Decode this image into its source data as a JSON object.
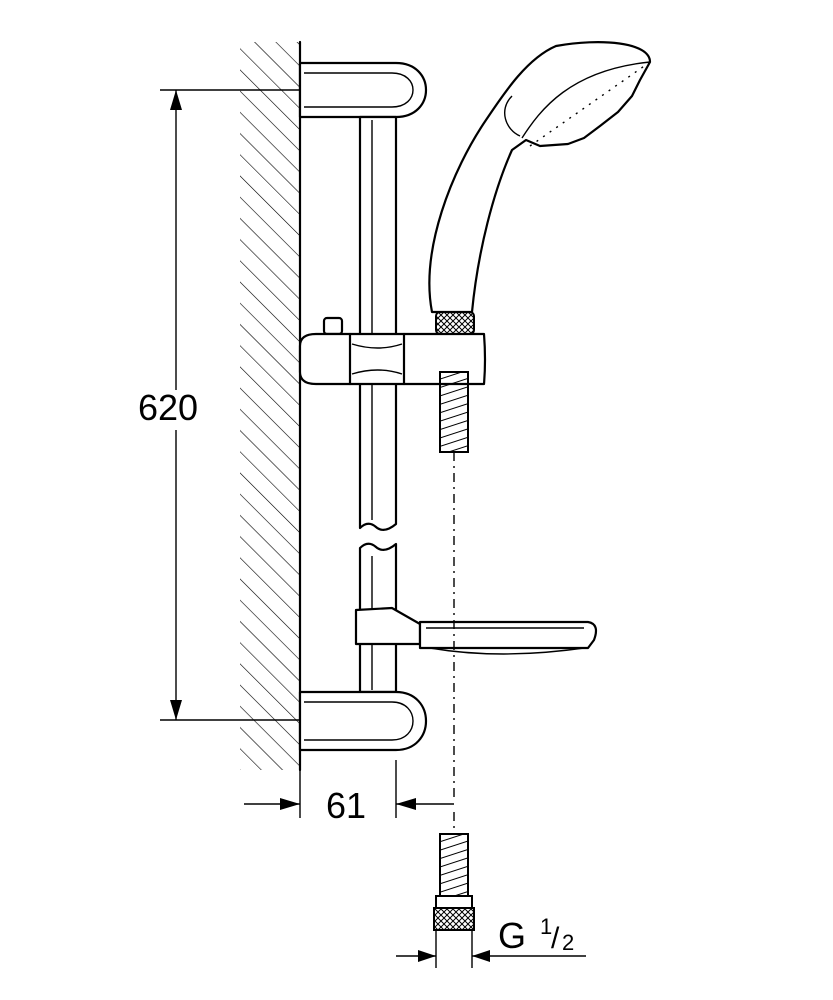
{
  "dimensions": {
    "height_label": "620",
    "depth_label": "61",
    "thread_label": "G",
    "thread_numerator": "1",
    "thread_slash": "/",
    "thread_denominator": "2"
  }
}
